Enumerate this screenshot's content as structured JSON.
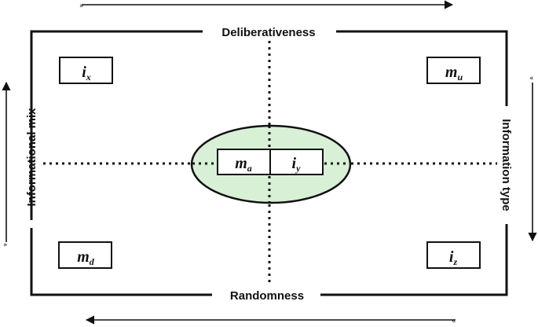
{
  "axes": {
    "top": "Deliberativeness",
    "bottom": "Randomness",
    "left": "Informational mix",
    "right": "Information type"
  },
  "boxes": {
    "top_left": {
      "base": "i",
      "sub": "x"
    },
    "top_right": {
      "base": "m",
      "sub": "u"
    },
    "bottom_left": {
      "base": "m",
      "sub": "d"
    },
    "bottom_right": {
      "base": "i",
      "sub": "z"
    },
    "center_left": {
      "base": "m",
      "sub": "a"
    },
    "center_right": {
      "base": "i",
      "sub": "y"
    }
  },
  "colors": {
    "ellipse_fill": "#d8f0d6",
    "line": "#111111"
  }
}
